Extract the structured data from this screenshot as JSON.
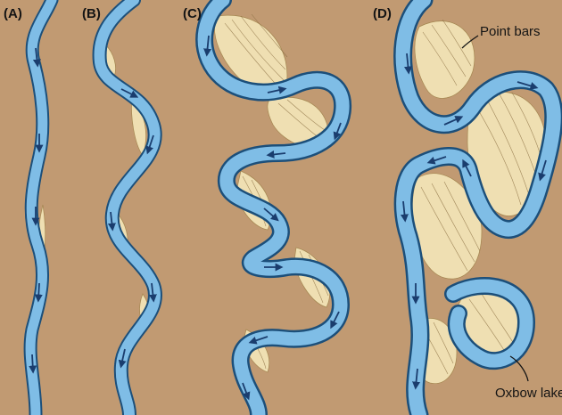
{
  "panels": [
    {
      "label": "(A)"
    },
    {
      "label": "(B)"
    },
    {
      "label": "(C)"
    },
    {
      "label": "(D)"
    }
  ],
  "callouts": {
    "point_bars": "Point bars",
    "oxbow_lake": "Oxbow lake"
  },
  "colors": {
    "floodplain": "#c19a72",
    "water": "#7fbde6",
    "bank": "#1c4f7a",
    "point_bar": "#efdfb2",
    "flow_arrow": "#1a3d6e"
  }
}
